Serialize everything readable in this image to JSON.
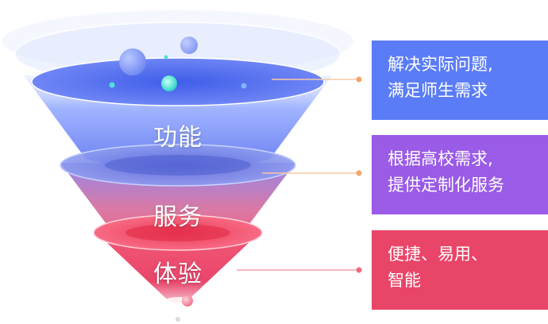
{
  "funnel": {
    "tiers": [
      {
        "label": "功能",
        "color": "#4f6ef2"
      },
      {
        "label": "服务",
        "color": "#8a63d8"
      },
      {
        "label": "体验",
        "color": "#ee4a6b"
      }
    ]
  },
  "cards": [
    {
      "lines": [
        "解决实际问题,",
        "满足师生需求"
      ],
      "color": "#5b7cf7"
    },
    {
      "lines": [
        "根据高校需求,",
        "提供定制化服务"
      ],
      "color": "#9a5be6"
    },
    {
      "lines": [
        "便捷、易用、",
        "智能"
      ],
      "color": "#e94568"
    }
  ],
  "connectors": [
    {
      "dot_color": "#f3a56a"
    },
    {
      "dot_color": "#f3a56a"
    },
    {
      "dot_color": "#f06a7a"
    }
  ]
}
